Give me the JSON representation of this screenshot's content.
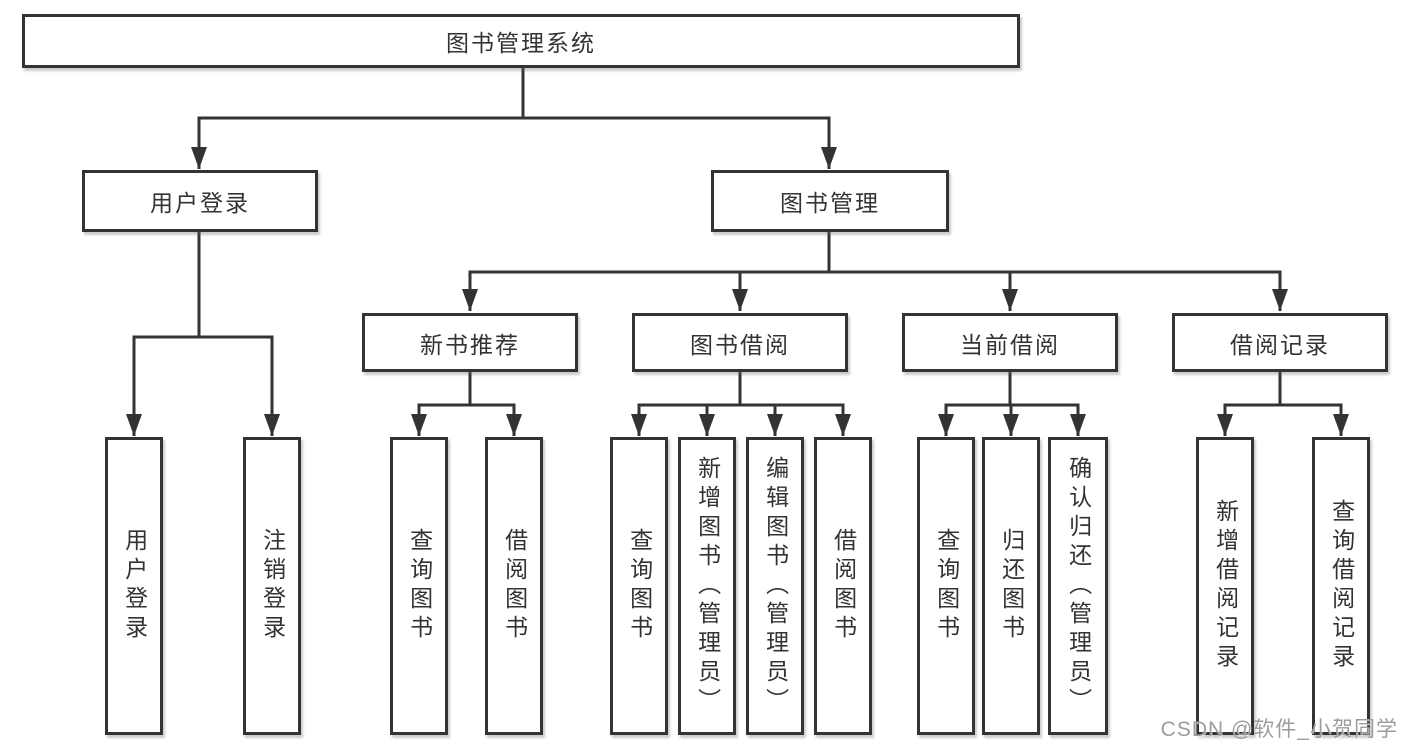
{
  "diagram": {
    "nodes": {
      "root": "图书管理系统",
      "user_login": "用户登录",
      "book_mgmt": "图书管理",
      "new_books": "新书推荐",
      "borrowing": "图书借阅",
      "current": "当前借阅",
      "records": "借阅记录",
      "leaf_user_login": "用户登录",
      "leaf_logout": "注销登录",
      "leaf_nb_search": "查询图书",
      "leaf_nb_borrow": "借阅图书",
      "leaf_bw_search": "查询图书",
      "leaf_bw_add": "新增图书（管理员）",
      "leaf_bw_edit": "编辑图书（管理员）",
      "leaf_bw_borrow": "借阅图书",
      "leaf_cur_search": "查询图书",
      "leaf_cur_return": "归还图书",
      "leaf_cur_confirm": "确认归还（管理员）",
      "leaf_rec_add": "新增借阅记录",
      "leaf_rec_search": "查询借阅记录"
    },
    "watermark": "CSDN @软件_小贺同学"
  },
  "colors": {
    "line": "#333333",
    "box_border": "#333333",
    "text": "#333333",
    "watermark": "#9c9c9c",
    "background": "#ffffff"
  }
}
